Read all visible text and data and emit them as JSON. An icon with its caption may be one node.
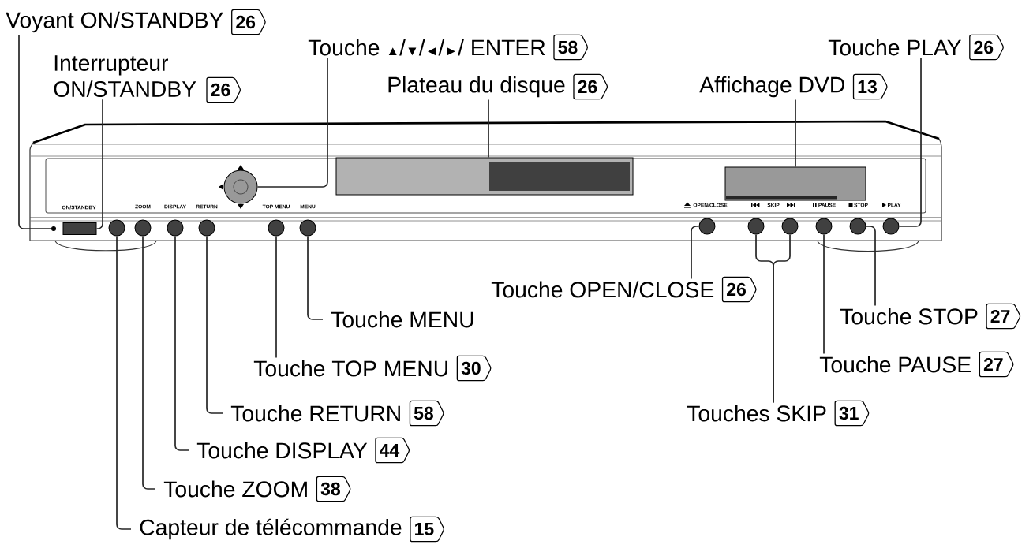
{
  "diagram": {
    "nodes": [
      {
        "text": [
          "Voyant ON/STANDBY",
          "26"
        ]
      },
      {
        "text": [
          "Interrupteur ON/STANDBY",
          "26"
        ]
      },
      {
        "text": [
          "Touche ▲/▼/◄/►/ ENTER",
          "58"
        ]
      },
      {
        "text": [
          "Plateau du disque",
          "26"
        ]
      },
      {
        "text": [
          "Affichage DVD",
          "13"
        ]
      },
      {
        "text": [
          "Touche PLAY",
          "26"
        ]
      },
      {
        "text": [],
        "shape": "circle"
      },
      {
        "text": [],
        "shape": "box"
      },
      {
        "text": [],
        "shape": "circle"
      },
      {
        "text": [],
        "shape": "box"
      },
      {
        "text": [],
        "shape": "box"
      },
      {
        "text": [],
        "shape": "circle"
      },
      {
        "text": [],
        "shape": "circle"
      },
      {
        "text": [],
        "shape": "circle"
      },
      {
        "text": [],
        "shape": "circle"
      },
      {
        "text": [],
        "shape": "circle"
      },
      {
        "text": [],
        "shape": "circle"
      },
      {
        "text": [],
        "shape": "circle"
      },
      {
        "text": [],
        "shape": "circle"
      },
      {
        "text": [],
        "shape": "circle"
      },
      {
        "text": [],
        "shape": "circle"
      },
      {
        "text": [],
        "shape": "circle"
      },
      {
        "text": [],
        "shape": "circle"
      },
      {
        "text": [
          "Touche OPEN/CLOSE",
          "26"
        ]
      },
      {
        "text": [
          "Touche MENU"
        ]
      },
      {
        "text": [
          "Touche STOP",
          "27"
        ]
      },
      {
        "text": [
          "Touche TOP MENU",
          "30"
        ]
      },
      {
        "text": [
          "Touche PAUSE",
          "27"
        ]
      },
      {
        "text": [
          "Touches SKIP",
          "31"
        ]
      },
      {
        "text": [
          "Touche RETURN",
          "58"
        ]
      },
      {
        "text": [
          "Touche DISPLAY",
          "44"
        ]
      },
      {
        "text": [
          "Touche ZOOM",
          "38"
        ]
      },
      {
        "text": [
          "Capteur de télécommande",
          "15"
        ]
      }
    ],
    "edges": [
      {
        "from": 0,
        "to": 6,
        "arrow": "none"
      },
      {
        "from": 1,
        "to": 7,
        "arrow": "none"
      },
      {
        "from": 2,
        "to": 8,
        "arrow": "none"
      },
      {
        "from": 3,
        "to": 9,
        "arrow": "none"
      },
      {
        "from": 4,
        "to": 10,
        "arrow": "none"
      },
      {
        "from": 5,
        "to": 22,
        "arrow": "none"
      },
      {
        "from": 23,
        "to": 17,
        "arrow": "none"
      },
      {
        "from": 24,
        "to": 16,
        "arrow": "none"
      },
      {
        "from": 25,
        "to": 21,
        "arrow": "none"
      },
      {
        "from": 26,
        "to": 15,
        "arrow": "none"
      },
      {
        "from": 27,
        "to": 20,
        "arrow": "none"
      },
      {
        "from": 28,
        "to": 18,
        "arrow": "none"
      },
      {
        "from": 28,
        "to": 19,
        "arrow": "none"
      },
      {
        "from": 29,
        "to": 14,
        "arrow": "none"
      },
      {
        "from": 30,
        "to": 13,
        "arrow": "none"
      },
      {
        "from": 31,
        "to": 12,
        "arrow": "none"
      },
      {
        "from": 32,
        "to": 11,
        "arrow": "none"
      }
    ],
    "labels": [
      "ON/STANDBY",
      "ZOOM",
      "DISPLAY",
      "RETURN",
      "TOP MENU",
      "MENU",
      "OPEN/CLOSE",
      "SKIP",
      "PAUSE",
      "STOP",
      "PLAY"
    ]
  }
}
